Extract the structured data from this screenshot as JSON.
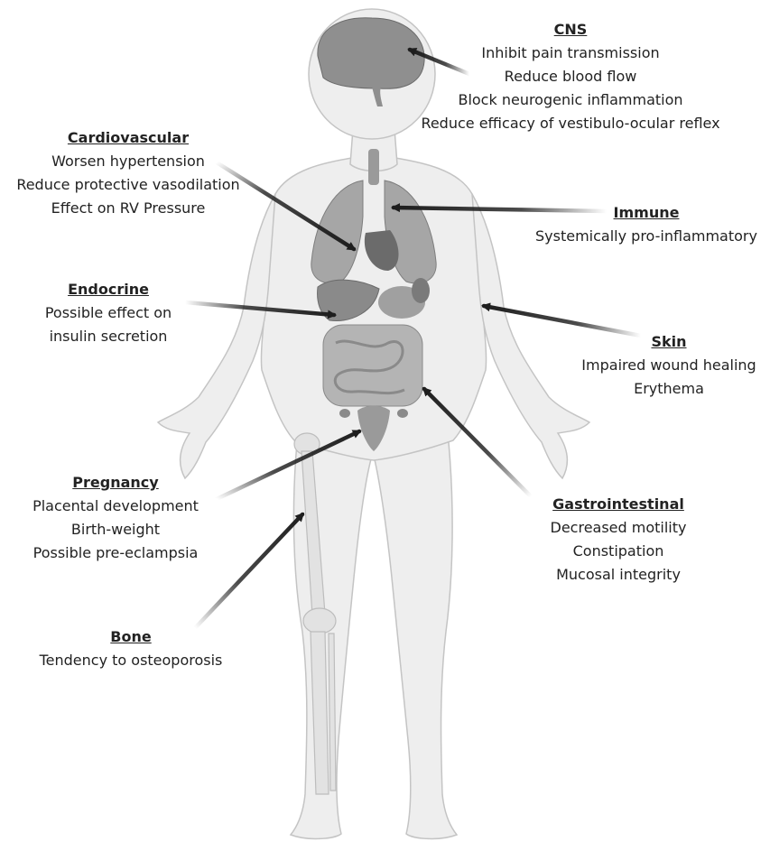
{
  "systems": {
    "cns": {
      "title": "CNS",
      "items": [
        "Inhibit pain transmission",
        "Reduce blood flow",
        "Block neurogenic inflammation",
        "Reduce efficacy of vestibulo-ocular reflex"
      ]
    },
    "cardiovascular": {
      "title": "Cardiovascular",
      "items": [
        "Worsen hypertension",
        "Reduce protective vasodilation",
        "Effect on RV Pressure"
      ]
    },
    "immune": {
      "title": "Immune",
      "items": [
        "Systemically pro-inflammatory"
      ]
    },
    "endocrine": {
      "title": "Endocrine",
      "items": [
        "Possible effect on",
        "insulin secretion"
      ]
    },
    "skin": {
      "title": "Skin",
      "items": [
        "Impaired wound healing",
        "Erythema"
      ]
    },
    "pregnancy": {
      "title": "Pregnancy",
      "items": [
        "Placental development",
        "Birth-weight",
        "Possible pre-eclampsia"
      ]
    },
    "gastrointestinal": {
      "title": "Gastrointestinal",
      "items": [
        "Decreased motility",
        "Constipation",
        "Mucosal integrity"
      ]
    },
    "bone": {
      "title": "Bone",
      "items": [
        "Tendency to osteoporosis"
      ]
    }
  },
  "colors": {
    "body_fill": "#eeeeee",
    "body_stroke": "#c4c4c4",
    "organ": "#8f8f8f",
    "organ_dark": "#6b6b6b",
    "arrow": "#1e1e1e"
  }
}
